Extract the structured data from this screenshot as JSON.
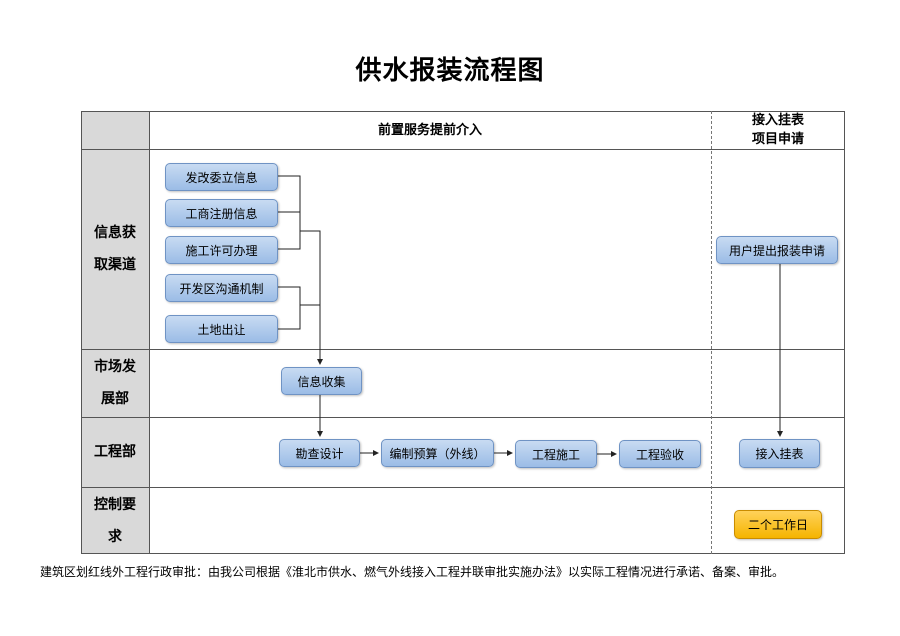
{
  "title": "供水报装流程图",
  "columns": {
    "pre_service": "前置服务提前介入",
    "access_line1": "接入挂表",
    "access_line2": "项目申请"
  },
  "rows": {
    "info_line1": "信息获",
    "info_line2": "取渠道",
    "market_line1": "市场发",
    "market_line2": "展部",
    "engineering": "工程部",
    "control_line1": "控制要",
    "control_line2": "求"
  },
  "nodes": {
    "dev_reform": "发改委立信息",
    "business_reg": "工商注册信息",
    "construction_permit": "施工许可办理",
    "dev_zone": "开发区沟通机制",
    "land": "土地出让",
    "info_collect": "信息收集",
    "survey_design": "勘查设计",
    "budget": "编制预算（外线）",
    "construction": "工程施工",
    "acceptance": "工程验收",
    "user_apply": "用户提出报装申请",
    "meter_install": "接入挂表",
    "two_days": "二个工作日"
  },
  "footnote": "建筑区划红线外工程行政审批：由我公司根据《淮北市供水、燃气外线接入工程并联审批实施办法》以实际工程情况进行承诺、备案、审批。",
  "colors": {
    "node_fill": "#b3cdef",
    "node_border": "#6f93c4",
    "highlight_fill": "#f5b400",
    "label_bg": "#d9d9d9"
  }
}
